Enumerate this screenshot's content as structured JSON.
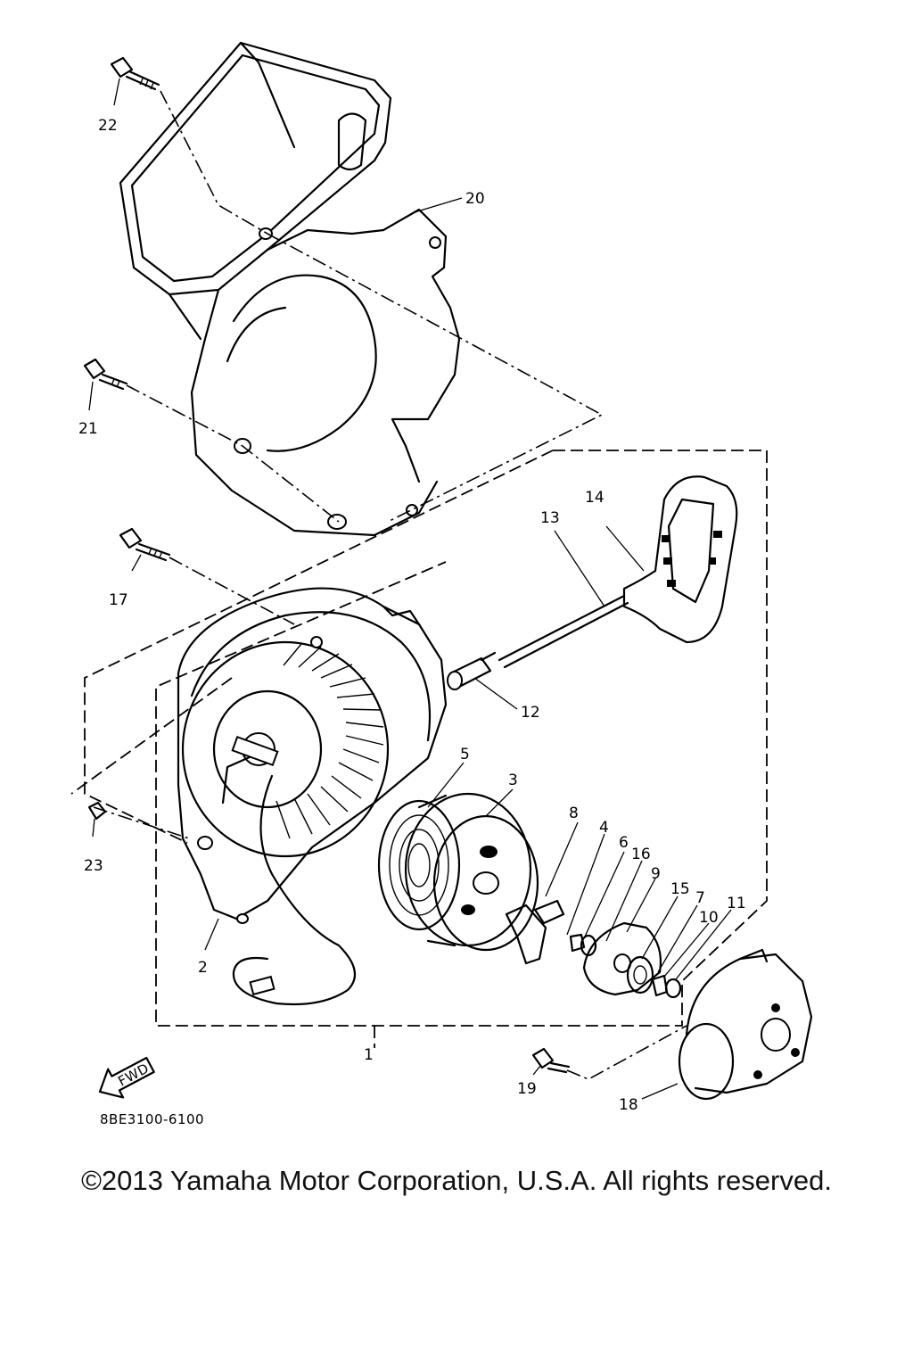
{
  "diagram": {
    "callouts": {
      "p1": "1",
      "p2": "2",
      "p3": "3",
      "p4": "4",
      "p5": "5",
      "p6": "6",
      "p7": "7",
      "p8": "8",
      "p9": "9",
      "p10": "10",
      "p11": "11",
      "p12": "12",
      "p13": "13",
      "p14": "14",
      "p15": "15",
      "p16": "16",
      "p17": "17",
      "p18": "18",
      "p19": "19",
      "p20": "20",
      "p21": "21",
      "p22": "22",
      "p23": "23"
    },
    "fwd_label": "FWD",
    "drawing_code": "8BE3100-6100"
  },
  "footer": {
    "copyright": "©2013 Yamaha Motor Corporation, U.S.A. All rights reserved."
  }
}
